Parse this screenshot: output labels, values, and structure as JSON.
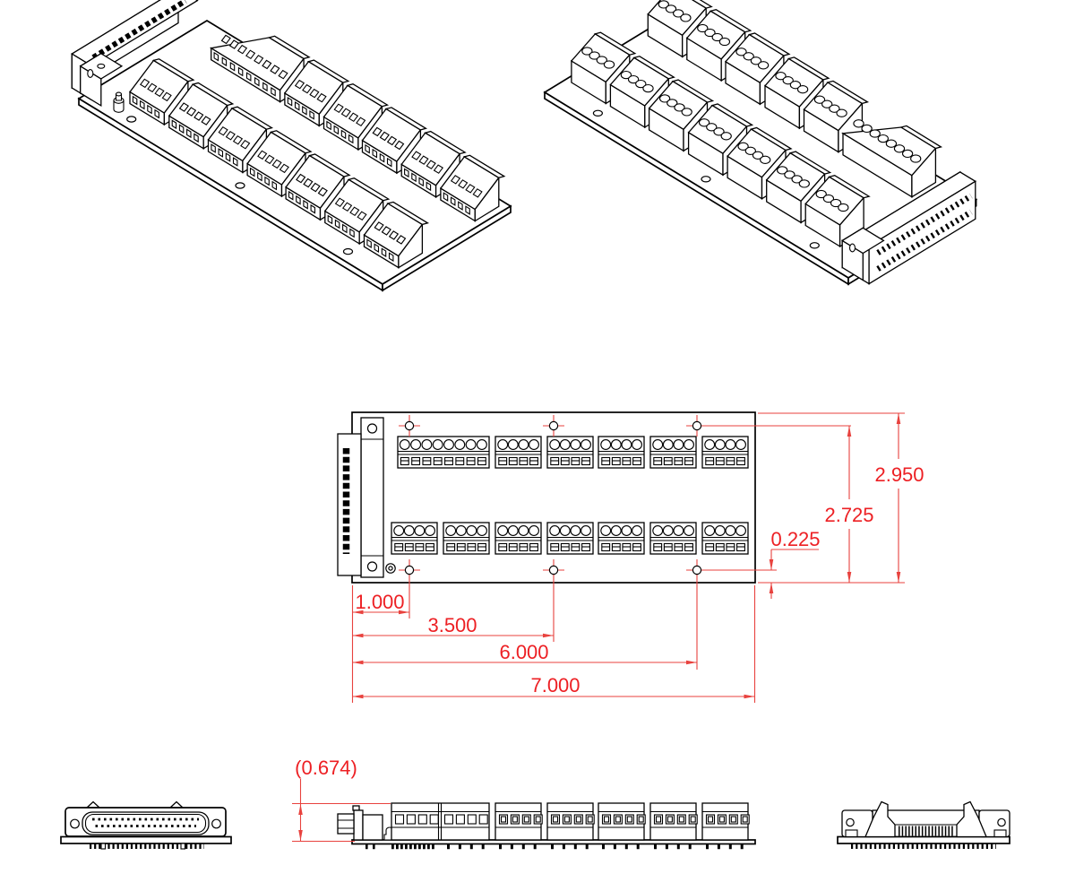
{
  "drawing": {
    "type": "engineering-drawing",
    "part": "dsub-terminal-block-breakout-board",
    "colors": {
      "line": "#000000",
      "dimension": "#ed2024",
      "background": "#ffffff"
    },
    "dimensions": {
      "overall_width": "7.000",
      "hole_span_6": "6.000",
      "hole_span_35": "3.500",
      "hole_offset_1": "1.000",
      "overall_height": "2.950",
      "hole_span_2725": "2.725",
      "hole_offset_0225": "0.225",
      "component_height_ref": "(0.674)"
    }
  }
}
